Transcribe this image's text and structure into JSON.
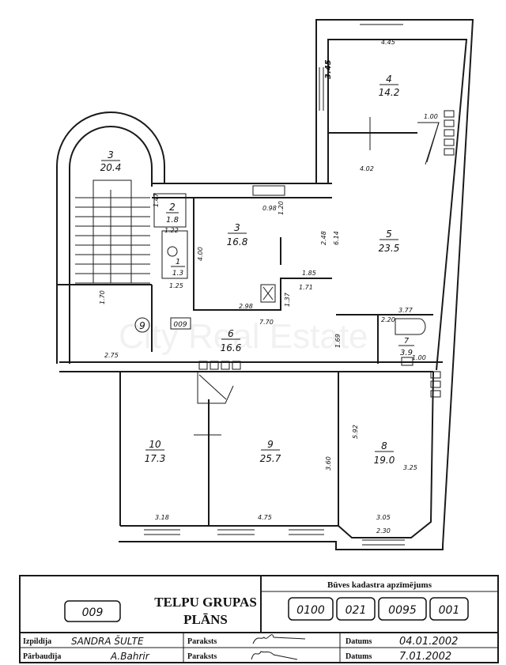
{
  "rooms": [
    {
      "no": "3",
      "area": "20.4"
    },
    {
      "no": "2",
      "area": "1.8"
    },
    {
      "no": "1",
      "area": "1.3"
    },
    {
      "no": "3",
      "area": "16.8"
    },
    {
      "no": "4",
      "area": "14.2"
    },
    {
      "no": "5",
      "area": "23.5"
    },
    {
      "no": "6",
      "area": "16.6"
    },
    {
      "no": "7",
      "area": "3.9"
    },
    {
      "no": "8",
      "area": "19.0"
    },
    {
      "no": "9",
      "area": "25.7"
    },
    {
      "no": "10",
      "area": "17.3"
    }
  ],
  "dimensions": [
    "4.45",
    "3.45",
    "1.00",
    "4.02",
    "6.14",
    "2.48",
    "3.77",
    "2.20",
    "1.00",
    "1.69",
    "1.47",
    "1.22",
    "1.25",
    "4.00",
    "0.98",
    "1.20",
    "1.85",
    "1.71",
    "2.98",
    "7.70",
    "1.37",
    "1.70",
    "2.75",
    "3.18",
    "4.75",
    "3.60",
    "5.92",
    "3.25",
    "3.05",
    "2.30"
  ],
  "markers": {
    "entrance": "9",
    "group_code": "009"
  },
  "watermark": "City Real Estate",
  "title_block": {
    "group_number": "009",
    "title_line1": "TELPU GRUPAS",
    "title_line2": "PLĀNS",
    "cadastre_header": "Būves kadastra apzīmējums",
    "cadastre_codes": [
      "0100",
      "021",
      "0095",
      "001"
    ],
    "row1": {
      "role": "Izpildīja",
      "name": "SANDRA ŠULTE",
      "sign_label": "Paraksts",
      "date_label": "Datums",
      "date": "04.01.2002"
    },
    "row2": {
      "role": "Pārbaudīja",
      "name": "A.Bahrir",
      "sign_label": "Paraksts",
      "date_label": "Datums",
      "date": "7.01.2002"
    }
  }
}
